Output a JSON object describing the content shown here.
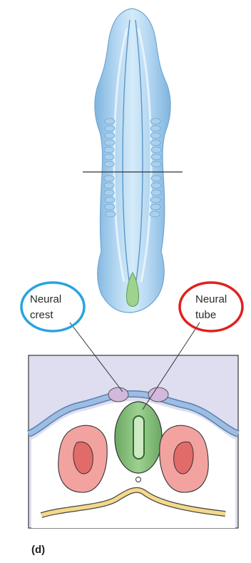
{
  "labels": {
    "neural_crest_line1": "Neural",
    "neural_crest_line2": "crest",
    "neural_tube_line1": "Neural",
    "neural_tube_line2": "tube",
    "panel": "(d)"
  },
  "colors": {
    "embryo": "#9ec9ea",
    "embryo_highlight": "#dbeefa",
    "section_background": "#dedef0",
    "ectoderm": "#8aaed6",
    "neural_crest": "#d2b8dc",
    "neural_tube": "#7bb873",
    "neural_canal": "#2f6b2c",
    "somite": "#f2a3a0",
    "somite_core": "#e06a68",
    "endoderm": "#f4d98a",
    "crest_circle": "#29a3e0",
    "tube_circle": "#e0211d"
  }
}
